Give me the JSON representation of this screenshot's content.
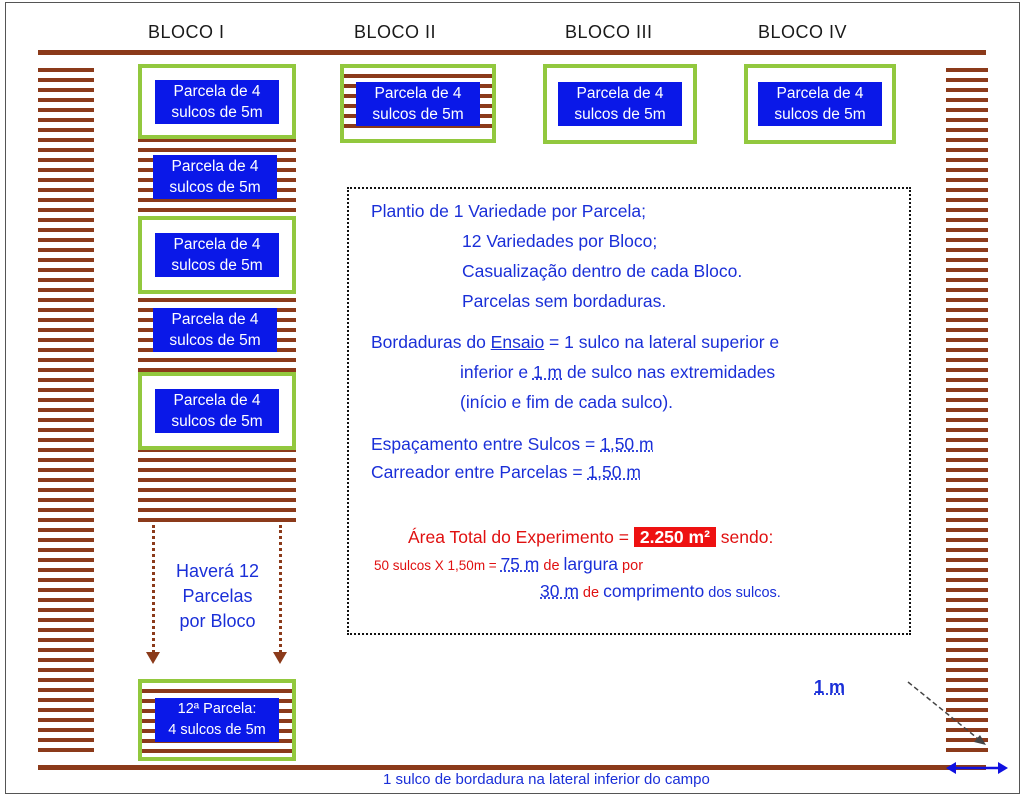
{
  "blocos": [
    "BLOCO I",
    "BLOCO II",
    "BLOCO III",
    "BLOCO IV"
  ],
  "parcel": {
    "line1": "Parcela de 4",
    "line2": "sulcos de 5m"
  },
  "last_parcel": {
    "line1": "12ª Parcela:",
    "line2": "4 sulcos de 5m"
  },
  "havera": [
    "Haverá 12",
    "Parcelas",
    "por Bloco"
  ],
  "info": {
    "l1": "Plantio de 1 Variedade por Parcela;",
    "l2": "12 Variedades por Bloco;",
    "l3": "Casualização dentro de cada Bloco.",
    "l4": "Parcelas sem bordaduras.",
    "l5_pre": "Bordaduras do ",
    "l5_u": "Ensaio",
    "l5_post": " = 1 sulco na lateral superior e",
    "l6_pre": "inferior e ",
    "l6_u": "1 m",
    "l6_post": " de sulco nas extremidades",
    "l7": "(início e fim de cada sulco).",
    "l8_pre": "Espaçamento entre Sulcos = ",
    "l8_u": "1,50 m",
    "l9_pre": "Carreador entre Parcelas = ",
    "l9_u": "1,50 m",
    "area_pre": "Área Total do Experimento = ",
    "area_val": "2.250 m²",
    "area_post": " sendo:",
    "w_pre": "50 sulcos X 1,50m = ",
    "w_val": "75 m",
    "w_de": " de ",
    "w_word": "largura",
    "w_por": " por",
    "c_val": "30 m",
    "c_de": " de ",
    "c_word": "comprimento",
    "c_post": " dos sulcos."
  },
  "one_m": "1 m",
  "bottom_note": "1 sulco de bordadura na lateral inferior do campo",
  "colors": {
    "furrow": "#8b3a1a",
    "parcel": "#0a18e8",
    "border": "#92c83e",
    "text": "#1a2fd8",
    "red": "#e01010"
  }
}
